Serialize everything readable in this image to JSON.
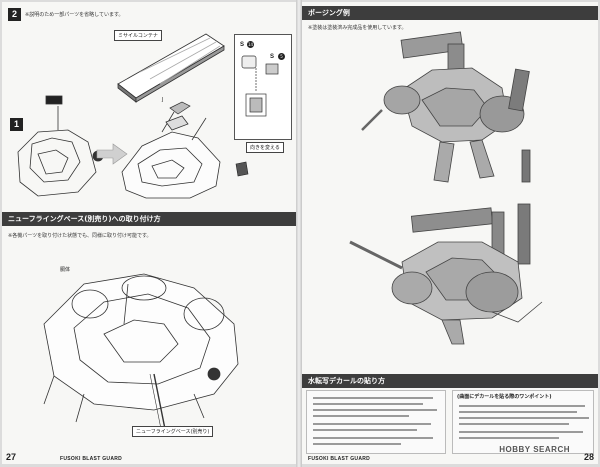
{
  "left_page": {
    "step": {
      "number": "2",
      "note": "※説明のため一部パーツを省略しています。"
    },
    "sub_step": {
      "number": "1"
    },
    "labels": {
      "missile_container": "ミサイルコンテナ",
      "part_j": "J",
      "part_s": "S",
      "badge_14": "14",
      "badge_5": "5",
      "change_direction": "向きを変える"
    },
    "section": {
      "title": "ニューフライングベース(別売り)への取り付け方",
      "note": "※各機パーツを取り付けた状態でも、同様に取り付け可能です。",
      "label_a": "胴体",
      "label_base": "ニューフライングベース(別売り)"
    },
    "page_number": "27",
    "footer": "FUSOKI BLAST GUARD"
  },
  "right_page": {
    "section": {
      "title": "ポージング例",
      "note": "※塗装は塗装済み完成品を使用しています。"
    },
    "decal": {
      "title": "水転写デカールの貼り方",
      "callout_title": "(曲面にデカールを貼る際のワンポイント)"
    },
    "watermark": "HOBBY SEARCH",
    "page_number": "28",
    "footer": "FUSOKI BLAST GUARD"
  }
}
